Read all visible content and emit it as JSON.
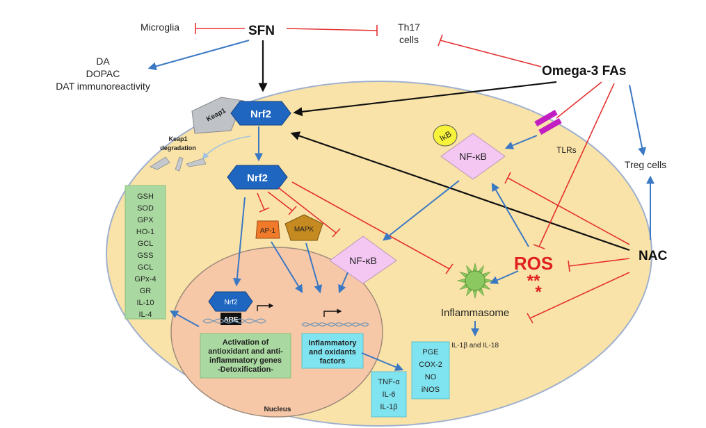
{
  "external": {
    "microglia": "Microglia",
    "sfn": "SFN",
    "th17_line1": "Th17",
    "th17_line2": "cells",
    "da": "DA",
    "dopac": "DOPAC",
    "dat": "DAT immunoreactivity",
    "omega3": "Omega-3 FAs",
    "treg": "Treg cells",
    "nac": "NAC"
  },
  "cell": {
    "keap1": "Keap1",
    "nrf2_top": "Nrf2",
    "keap1_deg_line1": "Keap1",
    "keap1_deg_line2": "degradation",
    "nrf2_mid": "Nrf2",
    "tlrs": "TLRs",
    "ikb": "IκB",
    "nfkb_top": "NF-κB",
    "ap1": "AP-1",
    "mapk": "MAPK",
    "nfkb_mid": "NF-κB",
    "ros": "ROS",
    "ros_marks": "**",
    "ros_mark2": "*",
    "inflammasome": "Inflammasome",
    "il1b_il18": "IL-1β and IL-18"
  },
  "antioxidant_list": [
    "GSH",
    "SOD",
    "GPX",
    "HO-1",
    "GCL",
    "GSS",
    "GCL",
    "GPx-4",
    "GR",
    "IL-10",
    "IL-4"
  ],
  "nucleus": {
    "label": "Nucleus",
    "nrf2": "Nrf2",
    "are": "ARE",
    "activation_lines": [
      "Activation of",
      "antioxidant and anti-",
      "inflammatory genes",
      "-Detoxification-"
    ],
    "inflam_lines": [
      "Inflammatory",
      "and oxidants",
      "factors"
    ]
  },
  "cytokines_left": [
    "TNF-α",
    "IL-6",
    "IL-1β"
  ],
  "cytokines_right": [
    "PGE",
    "COX-2",
    "NO",
    "iNOS"
  ],
  "colors": {
    "cell_fill": "#f9e3a8",
    "cell_stroke": "#9fb0cf",
    "nucleus_fill": "#f7c8a8",
    "nrf2_blue": "#1f66c1",
    "green_box": "#a9d9a0",
    "cyan_box": "#7fe3f0",
    "nfkb_pink": "#f4c6f2",
    "activate_arrow": "#3b78c4",
    "inhibit_red": "#e53030",
    "black_arrow": "#111111",
    "ros_red": "#e0201f",
    "tlr_magenta": "#c21ec2",
    "ikb_yellow": "#f7f23a",
    "ap1_orange": "#f07a2a",
    "mapk_brown": "#c58a20",
    "inflammasome_green": "#8cc860"
  }
}
